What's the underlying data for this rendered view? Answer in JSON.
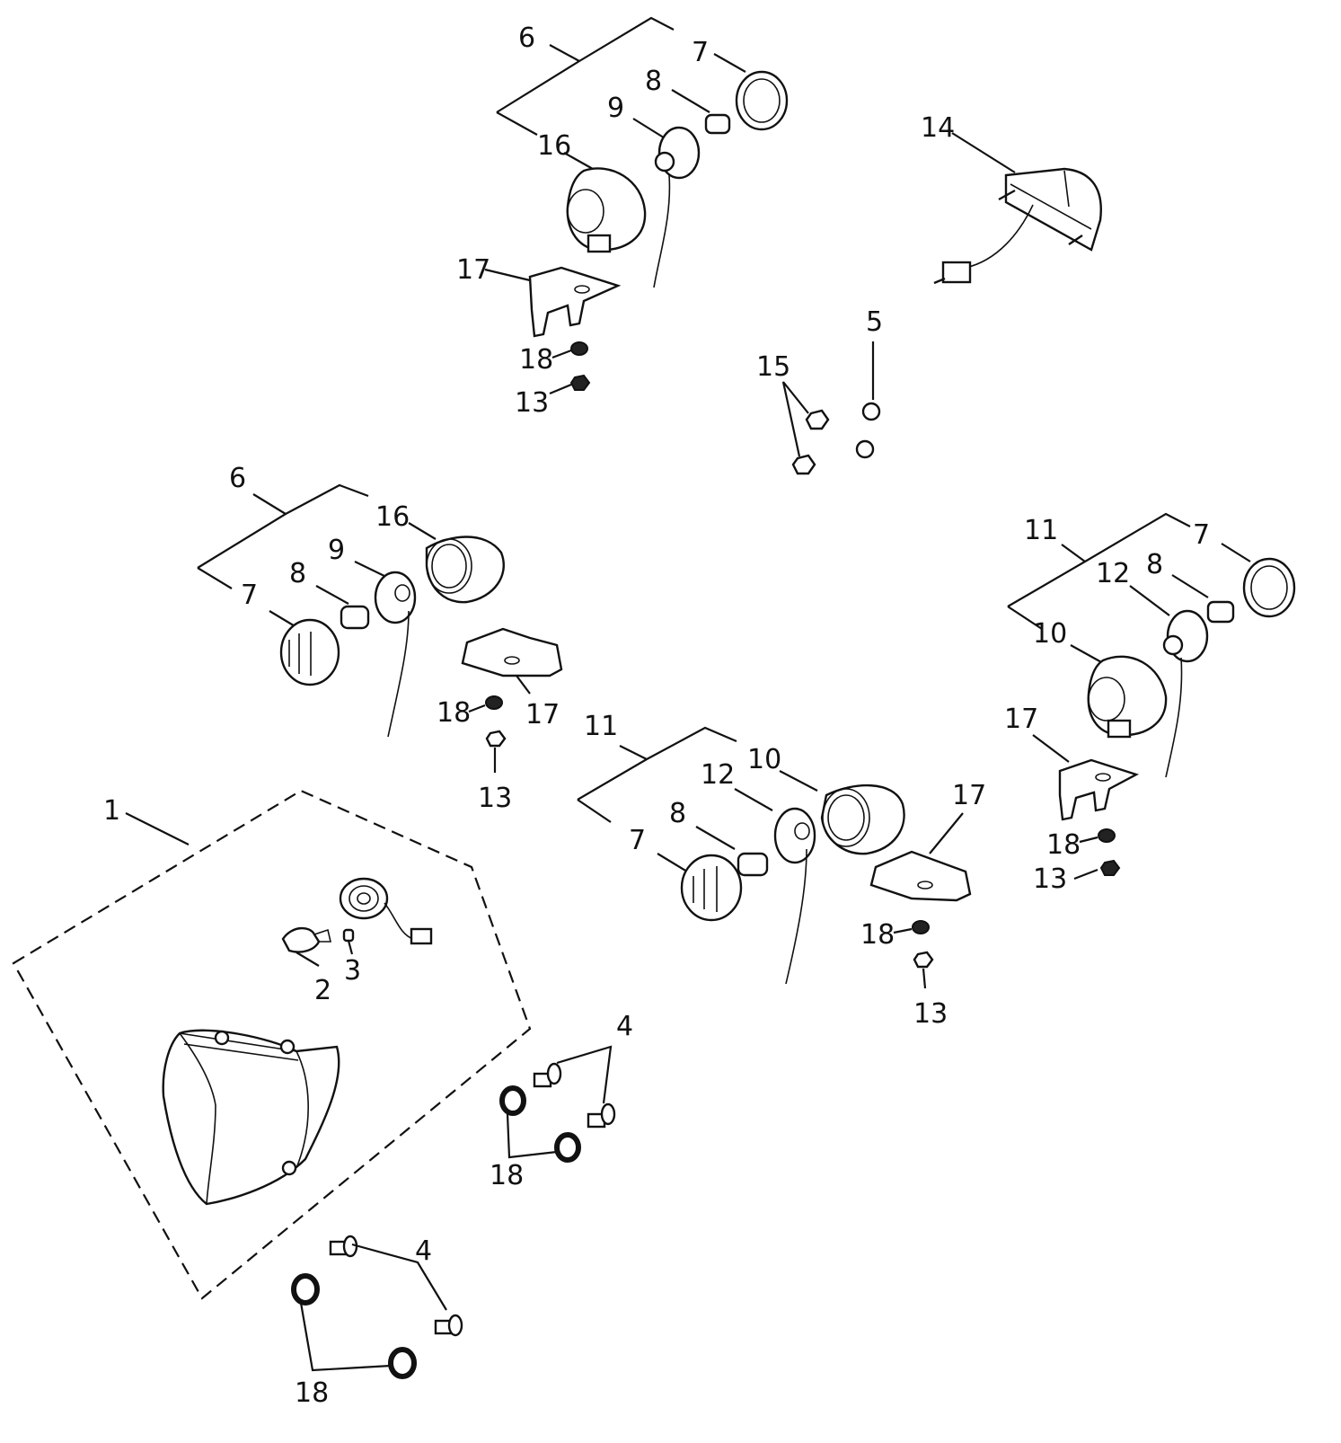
{
  "callouts": {
    "c1": "1",
    "c2": "2",
    "c3": "3",
    "c4a": "4",
    "c4b": "4",
    "c5": "5",
    "c6a": "6",
    "c6b": "6",
    "c7a": "7",
    "c7b": "7",
    "c7c": "7",
    "c7d": "7",
    "c8a": "8",
    "c8b": "8",
    "c8c": "8",
    "c8d": "8",
    "c9a": "9",
    "c9b": "9",
    "c10a": "10",
    "c10b": "10",
    "c11a": "11",
    "c11b": "11",
    "c12a": "12",
    "c12b": "12",
    "c13a": "13",
    "c13b": "13",
    "c13c": "13",
    "c13d": "13",
    "c14": "14",
    "c15": "15",
    "c16a": "16",
    "c16b": "16",
    "c17a": "17",
    "c17b": "17",
    "c17c": "17",
    "c17d": "17",
    "c18a": "18",
    "c18b": "18",
    "c18c": "18",
    "c18d": "18",
    "c18e": "18",
    "c18f": "18"
  }
}
